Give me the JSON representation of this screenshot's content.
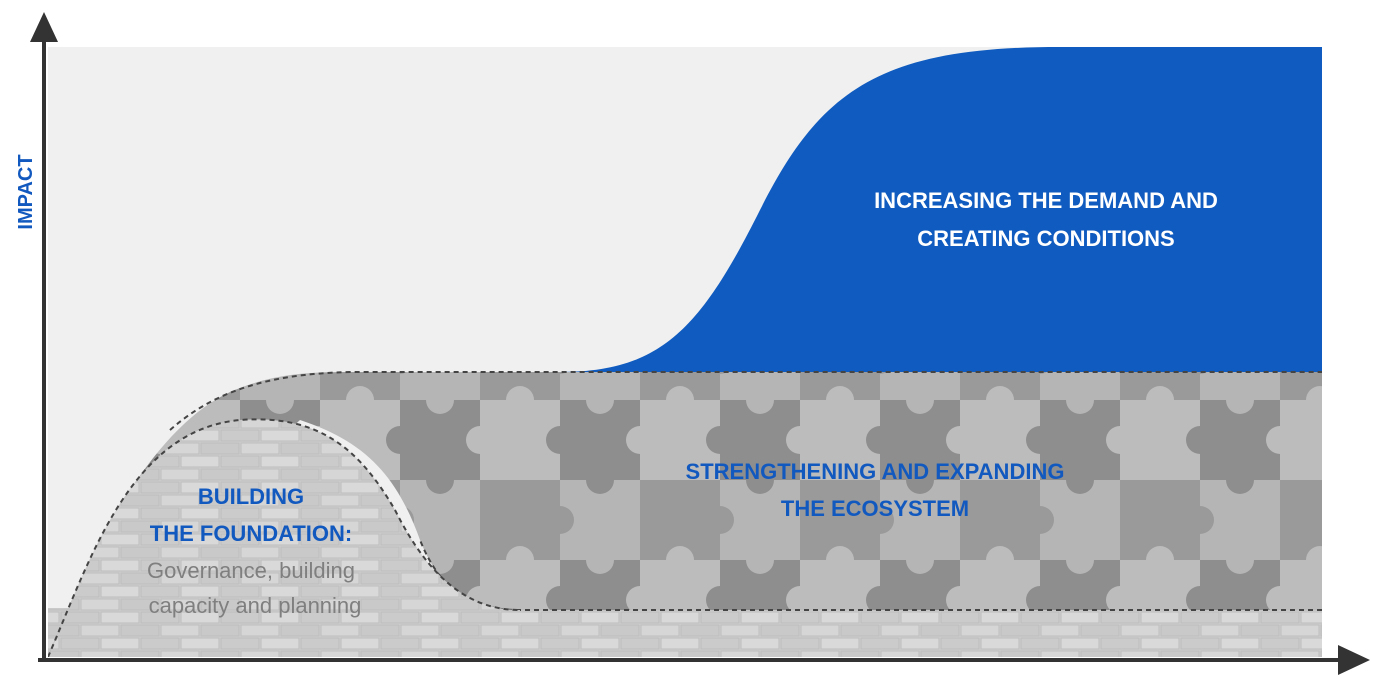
{
  "axis": {
    "y_label": "IMPACT",
    "x_label": ""
  },
  "stages": [
    {
      "id": "foundation",
      "title_lines": [
        "BUILDING",
        "THE FOUNDATION:"
      ],
      "subtitle_lines": [
        "Governance, building",
        "capacity and planning"
      ],
      "texture": "brick-wall",
      "color": "#c8c8c8"
    },
    {
      "id": "ecosystem",
      "title_lines": [
        "STRENGTHENING AND EXPANDING",
        "THE ECOSYSTEM"
      ],
      "texture": "puzzle-pieces",
      "color": "#a9a9a9"
    },
    {
      "id": "demand",
      "title_lines": [
        "INCREASING THE DEMAND AND",
        "CREATING CONDITIONS"
      ],
      "texture": "solid",
      "color": "#0f5bbf"
    }
  ],
  "colors": {
    "background_panel": "#f0f0f0",
    "axis": "#333333",
    "accent_blue": "#1259bf",
    "demand_fill": "#0f5bbf",
    "subtitle_grey": "#7f7f7f"
  }
}
